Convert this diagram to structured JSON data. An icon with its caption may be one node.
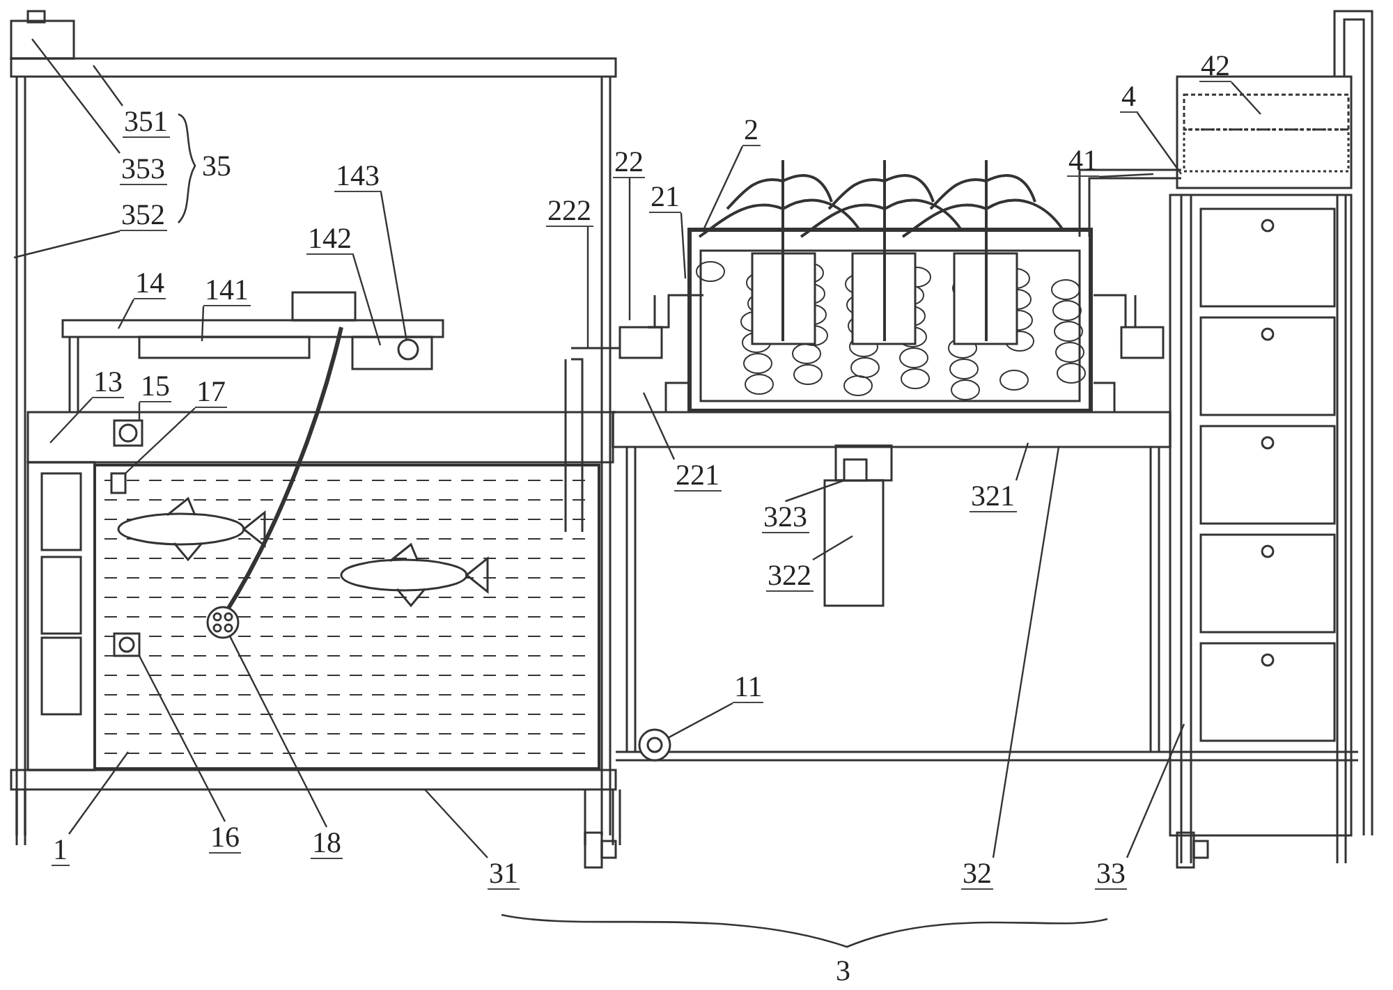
{
  "diagram": {
    "nodes": [
      {
        "text": [
          "351"
        ]
      },
      {
        "text": [
          "353"
        ]
      },
      {
        "text": [
          "352"
        ]
      },
      {
        "text": [
          "143"
        ]
      },
      {
        "text": [
          "142"
        ]
      },
      {
        "text": [
          "14"
        ]
      },
      {
        "text": [
          "141"
        ]
      },
      {
        "text": [
          "13"
        ]
      },
      {
        "text": [
          "15"
        ]
      },
      {
        "text": [
          "17"
        ]
      },
      {
        "text": [
          "22"
        ]
      },
      {
        "text": [
          "222"
        ]
      },
      {
        "text": [
          "2"
        ]
      },
      {
        "text": [
          "21"
        ]
      },
      {
        "text": [
          "4"
        ]
      },
      {
        "text": [
          "42"
        ]
      },
      {
        "text": [
          "41"
        ]
      },
      {
        "text": [
          "221"
        ]
      },
      {
        "text": [
          "323"
        ]
      },
      {
        "text": [
          "321"
        ]
      },
      {
        "text": [
          "322"
        ]
      },
      {
        "text": [
          "11"
        ]
      },
      {
        "text": [
          "1"
        ]
      },
      {
        "text": [
          "16"
        ]
      },
      {
        "text": [
          "18"
        ]
      },
      {
        "text": [
          "31"
        ]
      },
      {
        "text": [
          "32"
        ]
      },
      {
        "text": [
          "33"
        ]
      },
      {
        "text": [],
        "shape": "circle"
      },
      {
        "text": [],
        "shape": "box"
      },
      {
        "text": [],
        "shape": "box"
      },
      {
        "text": [],
        "shape": "box"
      },
      {
        "text": [],
        "shape": "circle"
      },
      {
        "text": [],
        "shape": "box"
      },
      {
        "text": [],
        "shape": "circle"
      }
    ],
    "edges": [
      {
        "from": 0,
        "to": null,
        "arrow": "none"
      },
      {
        "from": 1,
        "to": null,
        "arrow": "none"
      },
      {
        "from": 2,
        "to": null,
        "arrow": "none"
      },
      {
        "from": 3,
        "to": 28,
        "arrow": "none"
      },
      {
        "from": 4,
        "to": null,
        "arrow": "none"
      },
      {
        "from": 5,
        "to": null,
        "arrow": "none"
      },
      {
        "from": 6,
        "to": null,
        "arrow": "none"
      },
      {
        "from": 7,
        "to": null,
        "arrow": "none"
      },
      {
        "from": 8,
        "to": 29,
        "arrow": "none"
      },
      {
        "from": 9,
        "to": 30,
        "arrow": "none"
      },
      {
        "from": 10,
        "to": null,
        "arrow": "none"
      },
      {
        "from": 11,
        "to": null,
        "arrow": "none"
      },
      {
        "from": 12,
        "to": null,
        "arrow": "none"
      },
      {
        "from": 13,
        "to": null,
        "arrow": "none"
      },
      {
        "from": 14,
        "to": null,
        "arrow": "none"
      },
      {
        "from": 15,
        "to": null,
        "arrow": "none"
      },
      {
        "from": 16,
        "to": null,
        "arrow": "none"
      },
      {
        "from": 17,
        "to": null,
        "arrow": "none"
      },
      {
        "from": 18,
        "to": 31,
        "arrow": "none"
      },
      {
        "from": 19,
        "to": null,
        "arrow": "none"
      },
      {
        "from": 20,
        "to": null,
        "arrow": "none"
      },
      {
        "from": 21,
        "to": 32,
        "arrow": "none"
      },
      {
        "from": 22,
        "to": null,
        "arrow": "none"
      },
      {
        "from": 23,
        "to": 33,
        "arrow": "none"
      },
      {
        "from": 24,
        "to": 34,
        "arrow": "none"
      },
      {
        "from": 25,
        "to": null,
        "arrow": "none"
      },
      {
        "from": 26,
        "to": null,
        "arrow": "none"
      },
      {
        "from": 27,
        "to": null,
        "arrow": "none"
      }
    ],
    "labels": [
      "35",
      "3"
    ]
  }
}
